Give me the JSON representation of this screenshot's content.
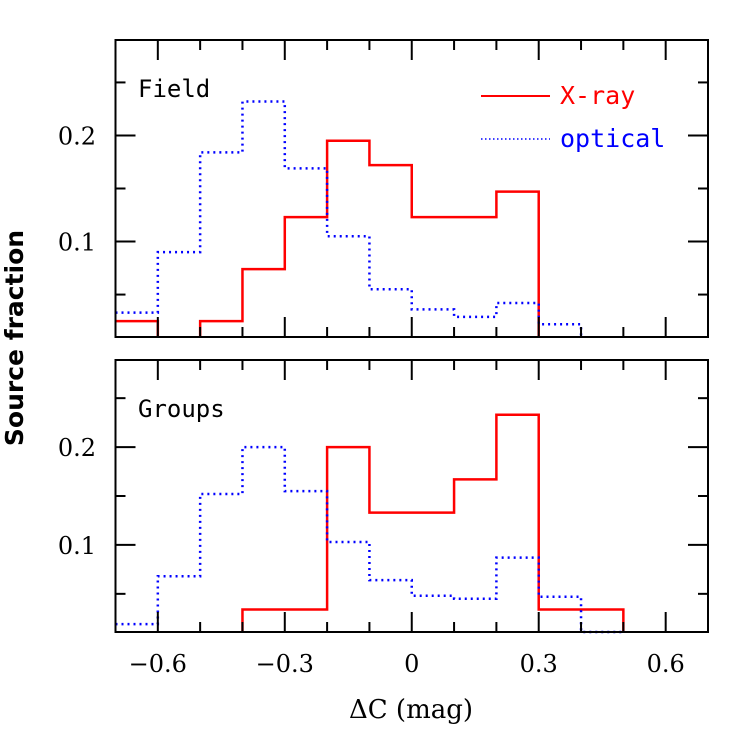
{
  "chart_data": {
    "type": "bar",
    "subtype": "step-histogram",
    "figure": {
      "ylabel": "Source fraction",
      "xlabel": "ΔC (mag)",
      "xlim": [
        -0.7,
        0.7
      ],
      "xticks": [
        -0.6,
        -0.3,
        0,
        0.3,
        0.6
      ],
      "xtick_labels": [
        "−0.6",
        "−0.3",
        "0",
        "0.3",
        "0.6"
      ],
      "xminor_step": 0.1,
      "legend": [
        {
          "name": "X-ray",
          "color": "#ff0000",
          "style": "solid"
        },
        {
          "name": "optical",
          "color": "#0000ff",
          "style": "dotted"
        }
      ],
      "legend_position": "upper right of top panel",
      "grid": false
    },
    "bin_edges": [
      -0.7,
      -0.6,
      -0.5,
      -0.4,
      -0.3,
      -0.2,
      -0.1,
      0.0,
      0.1,
      0.2,
      0.3,
      0.4,
      0.5
    ],
    "panels": [
      {
        "title": "Field",
        "ylim": [
          0.01,
          0.29
        ],
        "yticks": [
          0.1,
          0.2
        ],
        "ytick_labels": [
          "0.1",
          "0.2"
        ],
        "yminor": [
          0.05,
          0.15,
          0.25
        ],
        "series": [
          {
            "name": "X-ray",
            "color": "#ff0000",
            "values": [
              0.025,
              0.0,
              0.025,
              0.074,
              0.123,
              0.195,
              0.172,
              0.123,
              0.123,
              0.147,
              0.0,
              0.0
            ]
          },
          {
            "name": "optical",
            "color": "#0000ff",
            "values": [
              0.033,
              0.09,
              0.184,
              0.232,
              0.169,
              0.105,
              0.055,
              0.036,
              0.029,
              0.042,
              0.022,
              0.0
            ]
          }
        ]
      },
      {
        "title": "Groups",
        "ylim": [
          0.011,
          0.289
        ],
        "yticks": [
          0.1,
          0.2
        ],
        "ytick_labels": [
          "0.1",
          "0.2"
        ],
        "yminor": [
          0.05,
          0.15,
          0.25
        ],
        "series": [
          {
            "name": "X-ray",
            "color": "#ff0000",
            "values": [
              0.0,
              0.0,
              0.0,
              0.034,
              0.034,
              0.2,
              0.133,
              0.133,
              0.167,
              0.233,
              0.034,
              0.034
            ]
          },
          {
            "name": "optical",
            "color": "#0000ff",
            "values": [
              0.019,
              0.068,
              0.152,
              0.2,
              0.155,
              0.103,
              0.064,
              0.048,
              0.045,
              0.087,
              0.047,
              0.011
            ]
          }
        ]
      }
    ]
  }
}
